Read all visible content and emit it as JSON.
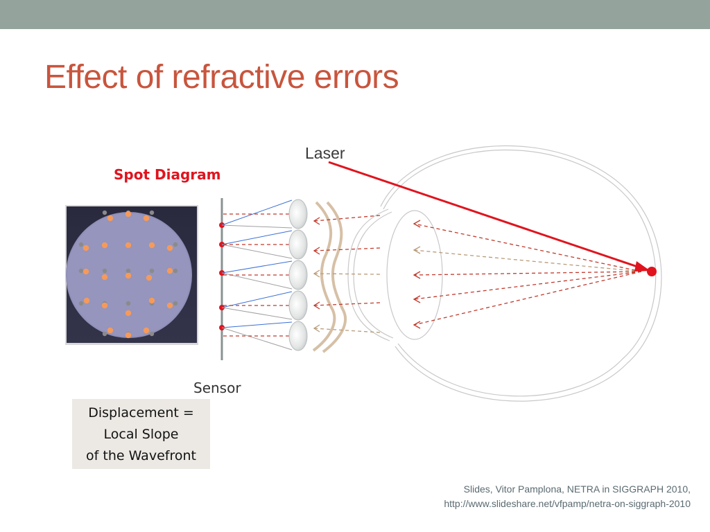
{
  "slide": {
    "title": "Effect of refractive errors",
    "spot_diagram_label": "Spot Diagram",
    "laser_label": "Laser",
    "sensor_label": "Sensor",
    "displacement_box": [
      "Displacement =",
      "Local Slope",
      "of the Wavefront"
    ],
    "credit_lines": [
      "Slides, Vitor Pamplona, NETRA in SIGGRAPH 2010,",
      "http://www.slideshare.net/vfpamp/netra-on-siggraph-2010"
    ]
  },
  "colors": {
    "topbar": "#95a39d",
    "title": "#c8553d",
    "spot_label": "#e0141e",
    "laser": "#e0141e",
    "ray_red": "#c0392b",
    "ray_tan": "#b89a78",
    "lens_line_blue": "#3a6fd6",
    "spot_orange": "#f59a5a",
    "spot_gray": "#8a8a8a"
  }
}
